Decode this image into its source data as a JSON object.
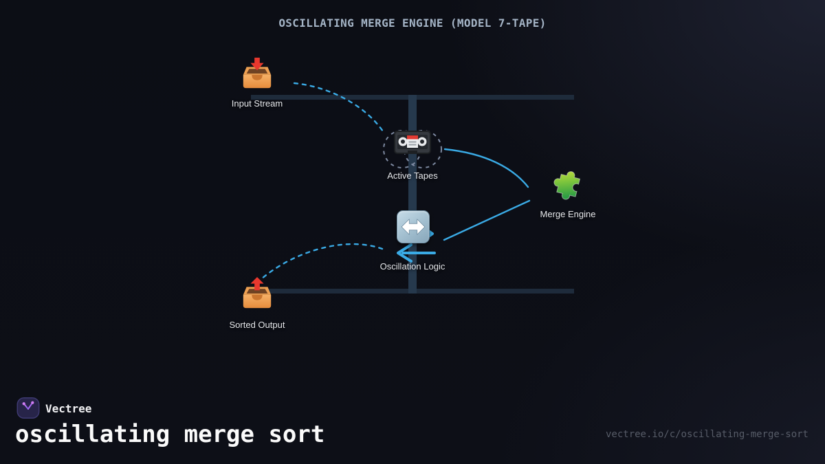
{
  "title": "OSCILLATING MERGE ENGINE (MODEL 7-TAPE)",
  "diagram": {
    "nodes": [
      {
        "id": "input-stream",
        "label": "Input Stream",
        "icon": "inbox-tray-icon"
      },
      {
        "id": "active-tapes",
        "label": "Active Tapes",
        "icon": "vhs-tape-icon"
      },
      {
        "id": "merge-engine",
        "label": "Merge Engine",
        "icon": "puzzle-piece-icon"
      },
      {
        "id": "oscillation-logic",
        "label": "Oscillation Logic",
        "icon": "left-right-arrow-icon"
      },
      {
        "id": "sorted-output",
        "label": "Sorted Output",
        "icon": "outbox-tray-icon"
      }
    ],
    "connectors": [
      {
        "from": "input-stream",
        "to": "active-tapes",
        "style": "dashed"
      },
      {
        "from": "active-tapes",
        "to": "merge-engine",
        "style": "solid-curve"
      },
      {
        "from": "merge-engine",
        "to": "oscillation-logic",
        "style": "solid-line"
      },
      {
        "from": "oscillation-logic",
        "to": "sorted-output",
        "style": "dashed"
      }
    ]
  },
  "footer": {
    "brand": "Vectree",
    "page_title": "oscillating merge sort",
    "url": "vectree.io/c/oscillating-merge-sort"
  },
  "colors": {
    "background": "#0d0f17",
    "accent_cyan": "#3aaae5",
    "bar_horizontal": "#1e2b3b",
    "bar_vertical": "#26394d",
    "dashed_circle": "#7e8aa2",
    "title_text": "#a4b4c6",
    "label_text": "#e6e8ec",
    "url_text": "#575c68",
    "brand_purple": "#a855f7",
    "tray_orange": "#eda052",
    "arrow_red": "#e8382e",
    "puzzle_green": "#3fa344"
  }
}
